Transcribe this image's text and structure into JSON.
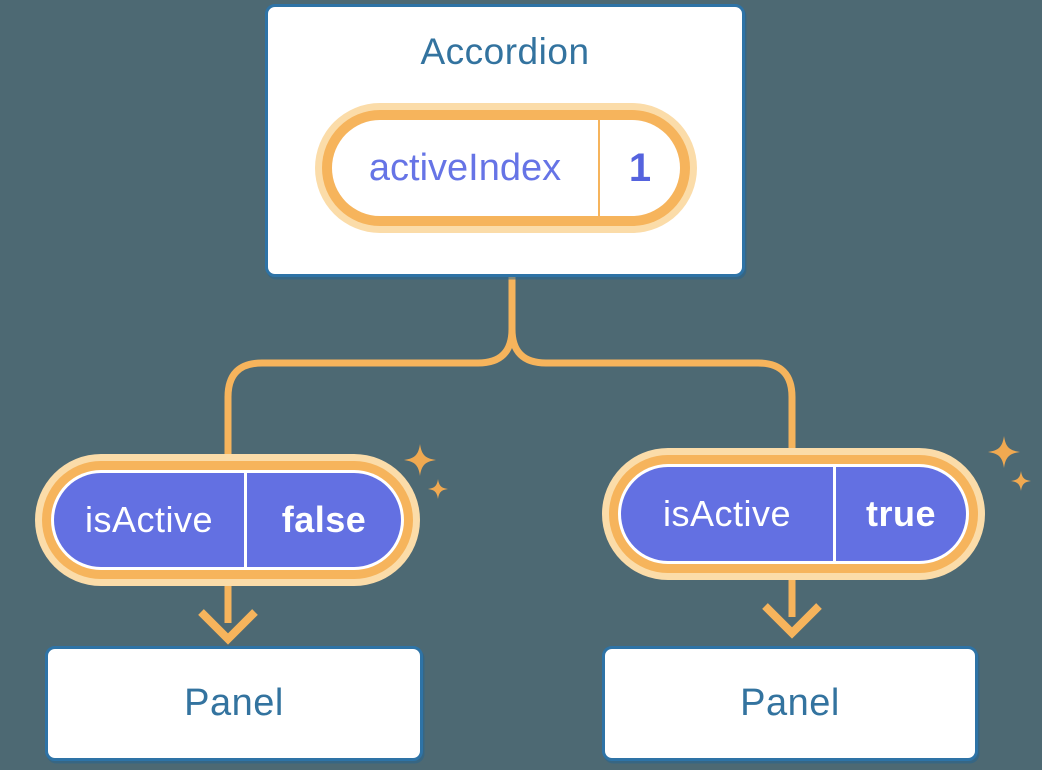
{
  "diagram": {
    "type": "component-state-tree",
    "colors": {
      "bg": "#4D6973",
      "cardBorder": "#2E73A6",
      "blueText": "#33739F",
      "orange": "#F6B45C",
      "halo": "#FBDCA9",
      "purple": "#6370E2",
      "purpleText": "#6674E6",
      "purpleValue": "#5563DE",
      "sparkle": "#F0A951",
      "white": "#FFFFFF"
    },
    "root": {
      "title": "Accordion",
      "state": {
        "name": "activeIndex",
        "value": "1"
      }
    },
    "children": [
      {
        "prop": {
          "name": "isActive",
          "value": "false"
        },
        "node": {
          "title": "Panel"
        }
      },
      {
        "prop": {
          "name": "isActive",
          "value": "true"
        },
        "node": {
          "title": "Panel"
        }
      }
    ]
  }
}
